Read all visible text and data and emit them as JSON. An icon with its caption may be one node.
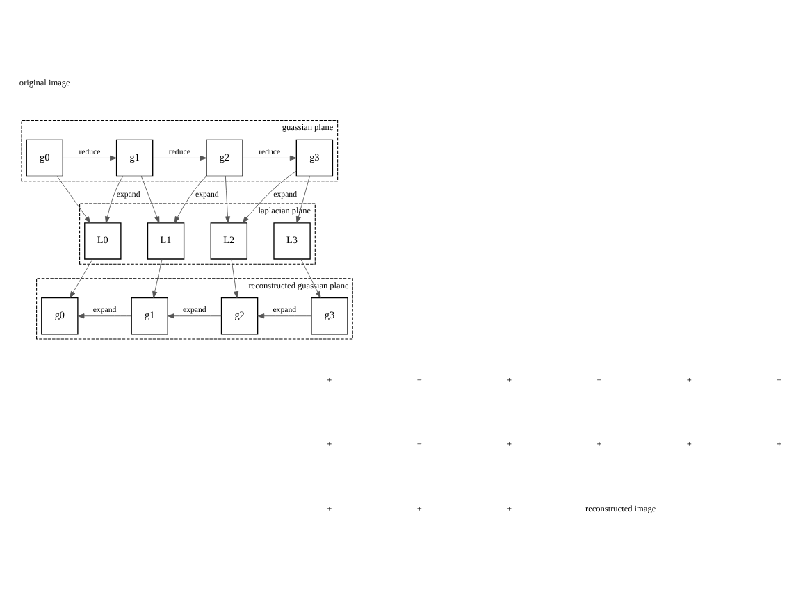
{
  "diagram": {
    "nodes": [
      {
        "text": [
          "guassian plane"
        ]
      },
      {
        "text": [
          "g0"
        ],
        "in": 0
      },
      {
        "text": [
          "g1"
        ],
        "in": 0
      },
      {
        "text": [
          "g2"
        ],
        "in": 0
      },
      {
        "text": [
          "g3"
        ],
        "in": 0
      },
      {
        "text": [
          "laplacian plane"
        ]
      },
      {
        "text": [
          "L0"
        ],
        "in": 5
      },
      {
        "text": [
          "L1"
        ],
        "in": 5
      },
      {
        "text": [
          "L2"
        ],
        "in": 5
      },
      {
        "text": [
          "L3"
        ],
        "in": 5
      },
      {
        "text": [
          "reconstructed guassian plane"
        ]
      },
      {
        "text": [
          "g0"
        ],
        "in": 10
      },
      {
        "text": [
          "g1"
        ],
        "in": 10
      },
      {
        "text": [
          "g2"
        ],
        "in": 10
      },
      {
        "text": [
          "g3"
        ],
        "in": 10
      }
    ],
    "edges": [
      {
        "from": 1,
        "to": 2,
        "arrow": "to",
        "label": "reduce"
      },
      {
        "from": 2,
        "to": 3,
        "arrow": "to",
        "label": "reduce"
      },
      {
        "from": 3,
        "to": 4,
        "arrow": "to",
        "label": "reduce"
      },
      {
        "from": 1,
        "to": 6,
        "arrow": "to"
      },
      {
        "from": 2,
        "to": 6,
        "arrow": "to",
        "label": "expand"
      },
      {
        "from": 2,
        "to": 7,
        "arrow": "to"
      },
      {
        "from": 3,
        "to": 7,
        "arrow": "to",
        "label": "expand"
      },
      {
        "from": 3,
        "to": 8,
        "arrow": "to"
      },
      {
        "from": 4,
        "to": 8,
        "arrow": "to",
        "label": "expand"
      },
      {
        "from": 4,
        "to": 9,
        "arrow": "to"
      },
      {
        "from": 6,
        "to": 11,
        "arrow": "to"
      },
      {
        "from": 7,
        "to": 12,
        "arrow": "to"
      },
      {
        "from": 8,
        "to": 13,
        "arrow": "to"
      },
      {
        "from": 9,
        "to": 14,
        "arrow": "to"
      },
      {
        "from": 14,
        "to": 13,
        "arrow": "to",
        "label": "expand"
      },
      {
        "from": 13,
        "to": 12,
        "arrow": "to",
        "label": "expand"
      },
      {
        "from": 12,
        "to": 11,
        "arrow": "to",
        "label": "expand"
      }
    ],
    "labels": [
      "original image",
      "+",
      "−",
      "+",
      "−",
      "+",
      "−",
      "+",
      "−",
      "+",
      "+",
      "+",
      "+",
      "+",
      "+",
      "+",
      "reconstructed image"
    ]
  }
}
